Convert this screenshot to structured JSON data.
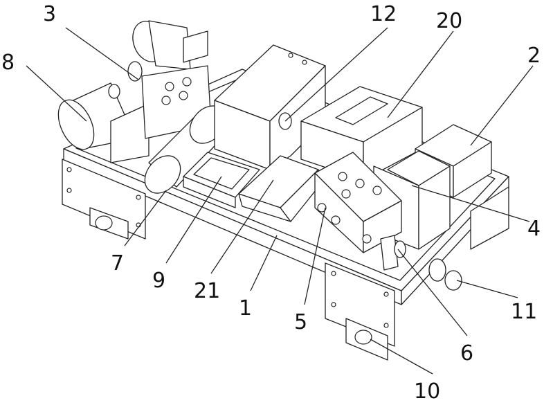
{
  "figure": {
    "labels": [
      {
        "id": "3",
        "text": "3"
      },
      {
        "id": "8",
        "text": "8"
      },
      {
        "id": "12",
        "text": "12"
      },
      {
        "id": "20",
        "text": "20"
      },
      {
        "id": "2",
        "text": "2"
      },
      {
        "id": "4",
        "text": "4"
      },
      {
        "id": "11",
        "text": "11"
      },
      {
        "id": "6",
        "text": "6"
      },
      {
        "id": "10",
        "text": "10"
      },
      {
        "id": "5",
        "text": "5"
      },
      {
        "id": "1",
        "text": "1"
      },
      {
        "id": "21",
        "text": "21"
      },
      {
        "id": "9",
        "text": "9"
      },
      {
        "id": "7",
        "text": "7"
      }
    ]
  }
}
